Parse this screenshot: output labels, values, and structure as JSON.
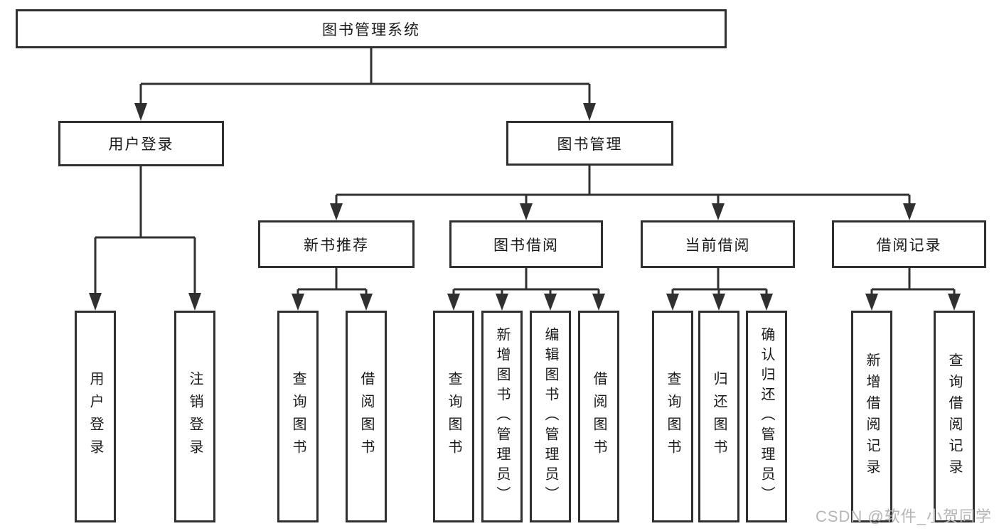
{
  "diagram": {
    "root": {
      "label": "图书管理系统"
    },
    "level2": {
      "user_login": {
        "label": "用户登录"
      },
      "book_mgmt": {
        "label": "图书管理"
      }
    },
    "level3": {
      "new_book_rec": {
        "label": "新书推荐"
      },
      "book_borrow": {
        "label": "图书借阅"
      },
      "current_borrow": {
        "label": "当前借阅"
      },
      "borrow_records": {
        "label": "借阅记录"
      }
    },
    "leaves": {
      "user_login": [
        "用户登录",
        "注销登录"
      ],
      "new_book_rec": [
        "查询图书",
        "借阅图书"
      ],
      "book_borrow": [
        "查询图书",
        "新增图书（管理员）",
        "编辑图书（管理员）",
        "借阅图书"
      ],
      "current_borrow": [
        "查询图书",
        "归还图书",
        "确认归还（管理员）"
      ],
      "borrow_records": [
        "新增借阅记录",
        "查询借阅记录"
      ]
    }
  },
  "watermark": {
    "text": "CSDN @软件_小贺同学"
  },
  "colors": {
    "line": "#303030",
    "box_border": "#303030",
    "box_fill": "#ffffff",
    "text": "#1a1a1a",
    "watermark": "#b5b5b5",
    "background": "#ffffff"
  }
}
